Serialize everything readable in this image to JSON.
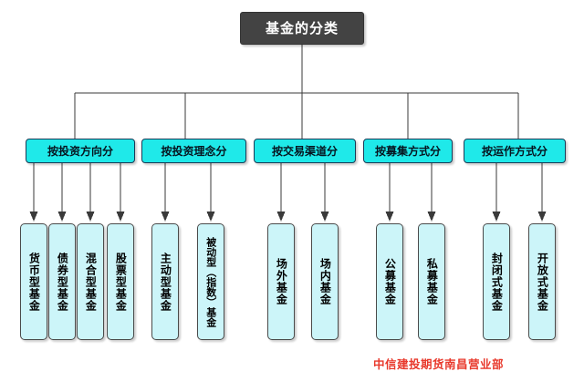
{
  "diagram": {
    "root": {
      "label": "基金的分类"
    },
    "categories": [
      {
        "label": "按投资方向分"
      },
      {
        "label": "按投资理念分"
      },
      {
        "label": "按交易渠道分"
      },
      {
        "label": "按募集方式分"
      },
      {
        "label": "按运作方式分"
      }
    ],
    "leaves": [
      {
        "label": "货币型基金"
      },
      {
        "label": "债券型基金"
      },
      {
        "label": "混合型基金"
      },
      {
        "label": "股票型基金"
      },
      {
        "label": "主动型基金"
      },
      {
        "label": "被动型（指数）基金"
      },
      {
        "label": "场外基金"
      },
      {
        "label": "场内基金"
      },
      {
        "label": "公募基金"
      },
      {
        "label": "私募基金"
      },
      {
        "label": "封闭式基金"
      },
      {
        "label": "开放式基金"
      }
    ],
    "footer": {
      "note": "中信建投期货南昌营业部"
    },
    "colors": {
      "root_fill": "#434343",
      "root_text": "#ffffff",
      "category_fill": "#1fe9e9",
      "category_border": "#1a3b57",
      "leaf_fill": "#ccf5f9",
      "leaf_border": "#4a4a4a",
      "connector": "#3a3a3a",
      "footer_text": "#e8392c",
      "background": "#ffffff"
    }
  }
}
